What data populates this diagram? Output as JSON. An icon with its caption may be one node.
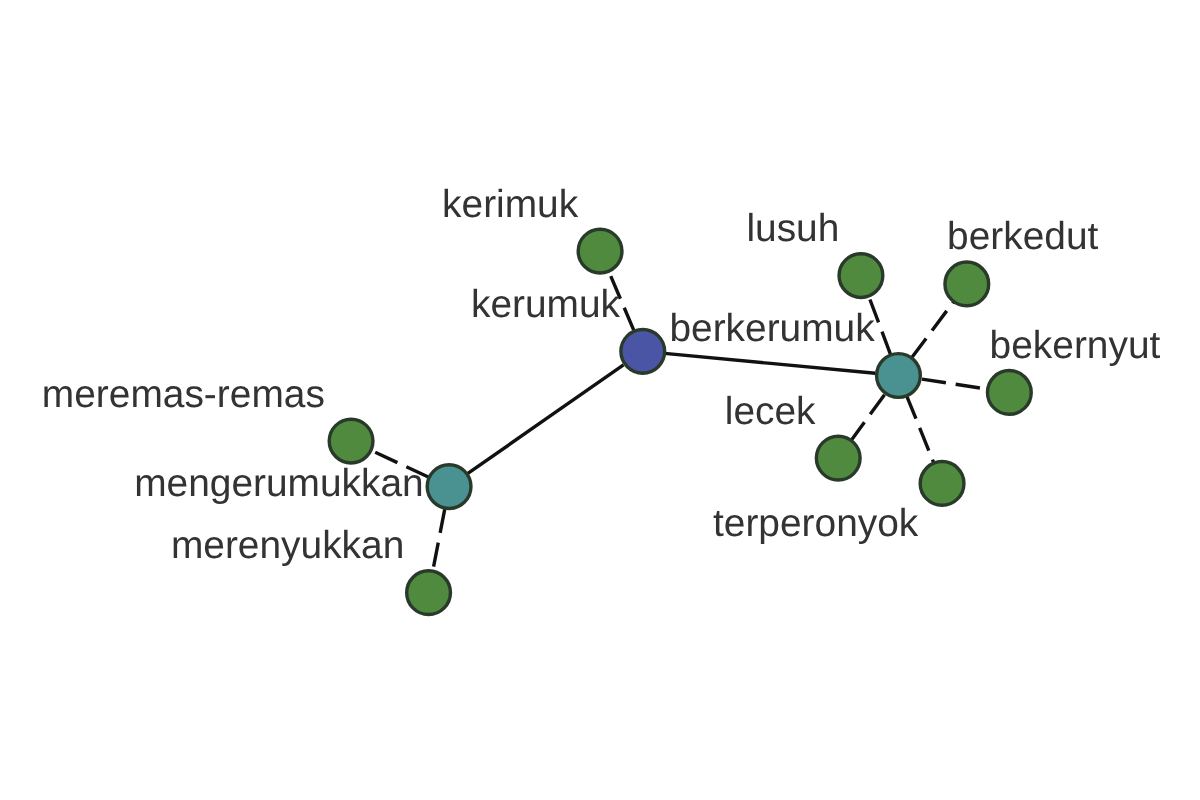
{
  "diagram": {
    "nodes": [
      {
        "text": [
          "terperonyok"
        ]
      },
      {
        "text": [
          "kerimuk"
        ]
      },
      {
        "text": [
          "berkedut"
        ]
      },
      {
        "text": [
          "bekernyut"
        ]
      },
      {
        "text": [
          "berkerumuk"
        ]
      },
      {
        "text": [
          "kerumuk"
        ]
      },
      {
        "text": [
          "lusuh"
        ]
      },
      {
        "text": [
          "merenyukkan"
        ]
      },
      {
        "text": [
          "mengerumukkan"
        ]
      },
      {
        "text": [
          "lecek"
        ]
      },
      {
        "text": [
          "meremas-remas"
        ]
      }
    ],
    "edges": [
      {
        "from": 5,
        "to": 8,
        "arrow": "none"
      },
      {
        "from": 5,
        "to": 4,
        "arrow": "none"
      },
      {
        "from": 5,
        "to": 1,
        "arrow": "none",
        "style": "dashed"
      },
      {
        "from": 8,
        "to": 7,
        "arrow": "none",
        "style": "dashed"
      },
      {
        "from": 8,
        "to": 10,
        "arrow": "none",
        "style": "dashed"
      },
      {
        "from": 4,
        "to": 0,
        "arrow": "none",
        "style": "dashed"
      },
      {
        "from": 4,
        "to": 3,
        "arrow": "none",
        "style": "dashed"
      },
      {
        "from": 4,
        "to": 2,
        "arrow": "none",
        "style": "dashed"
      },
      {
        "from": 4,
        "to": 6,
        "arrow": "none",
        "style": "dashed"
      },
      {
        "from": 4,
        "to": 9,
        "arrow": "none",
        "style": "dashed"
      }
    ]
  }
}
